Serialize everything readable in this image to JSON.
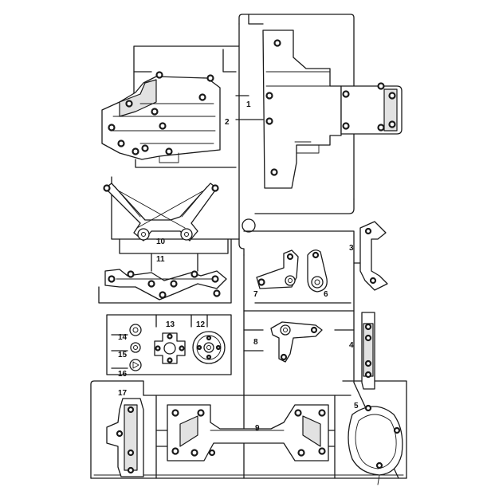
{
  "labels": {
    "l1": "1",
    "l2": "2",
    "l3": "3",
    "l4": "4",
    "l5": "5",
    "l6": "6",
    "l7": "7",
    "l8": "8",
    "l9": "9",
    "l10": "10",
    "l11": "11",
    "l12": "12",
    "l13": "13",
    "l14": "14",
    "l15": "15",
    "l16": "16",
    "l17": "17"
  },
  "colors": {
    "line": "#1a1a1a",
    "shade": "#e2e2e2",
    "paper": "#ffffff"
  }
}
